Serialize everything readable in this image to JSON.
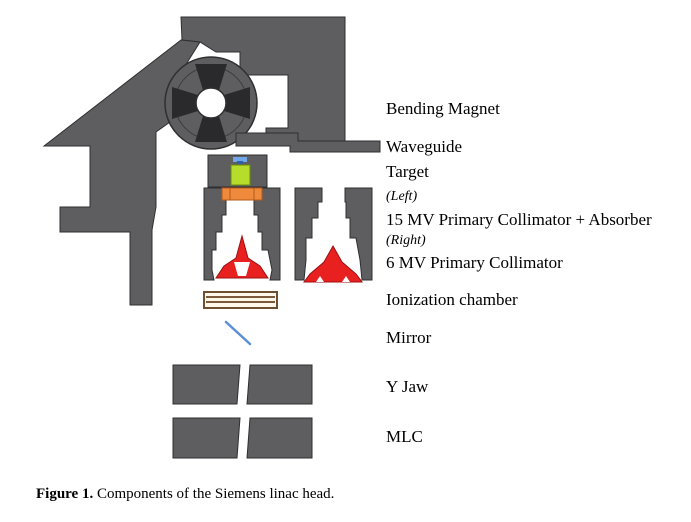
{
  "labels": {
    "bending_magnet": "Bending Magnet",
    "waveguide": "Waveguide",
    "target": "Target",
    "left": "(Left)",
    "collimator_15mv": "15 MV Primary Collimator + Absorber",
    "right": "(Right)",
    "collimator_6mv": "6 MV Primary Collimator",
    "ionization_chamber": "Ionization chamber",
    "mirror": "Mirror",
    "y_jaw": "Y Jaw",
    "mlc": "MLC"
  },
  "caption": {
    "label": "Figure 1.",
    "text": " Components of the Siemens linac head."
  },
  "colors": {
    "shield": "#5e5e60",
    "shield_edge": "#2f2f31",
    "target": "#b6dd2a",
    "absorber": "#ef8a3c",
    "collimator_cone": "#e8201f",
    "chamber": "#7a5a3a",
    "mirror": "#5b8fd6"
  }
}
